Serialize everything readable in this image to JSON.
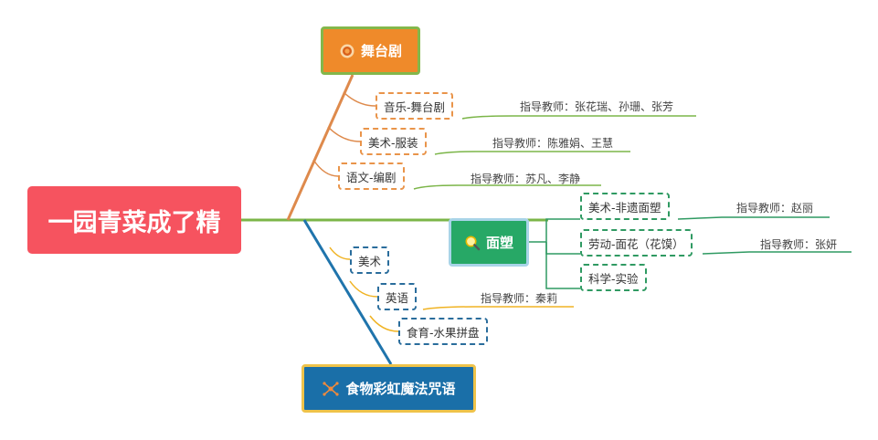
{
  "root": {
    "label": "一园青菜成了精"
  },
  "branches": {
    "stage": {
      "label": "舞台剧",
      "icon": "sun-icon",
      "items": [
        {
          "label": "音乐-舞台剧",
          "teacher": "指导教师：张花瑞、孙珊、张芳"
        },
        {
          "label": "美术-服装",
          "teacher": "指导教师：陈雅娟、王慧"
        },
        {
          "label": "语文-编剧",
          "teacher": "指导教师：苏凡、李静"
        }
      ]
    },
    "dough": {
      "label": "面塑",
      "icon": "magnifier-icon",
      "items": [
        {
          "label": "美术-非遗面塑",
          "teacher": "指导教师：赵丽"
        },
        {
          "label": "劳动-面花（花馍）",
          "teacher": "指导教师：张妍"
        },
        {
          "label": "科学-实验",
          "teacher": ""
        }
      ]
    },
    "food": {
      "label": "食物彩虹魔法咒语",
      "icon": "network-icon",
      "items": [
        {
          "label": "美术",
          "teacher": ""
        },
        {
          "label": "英语",
          "teacher": "指导教师：秦莉"
        },
        {
          "label": "食育-水果拼盘",
          "teacher": ""
        }
      ]
    }
  },
  "colors": {
    "root": "#f6535f",
    "stage": "#ef8a2a",
    "dough": "#27a866",
    "food": "#1a6fa8",
    "connector_orange": "#de8a4c",
    "connector_green": "#7bb548",
    "connector_blue": "#1f74ac",
    "connector_gold": "#f0b323"
  }
}
